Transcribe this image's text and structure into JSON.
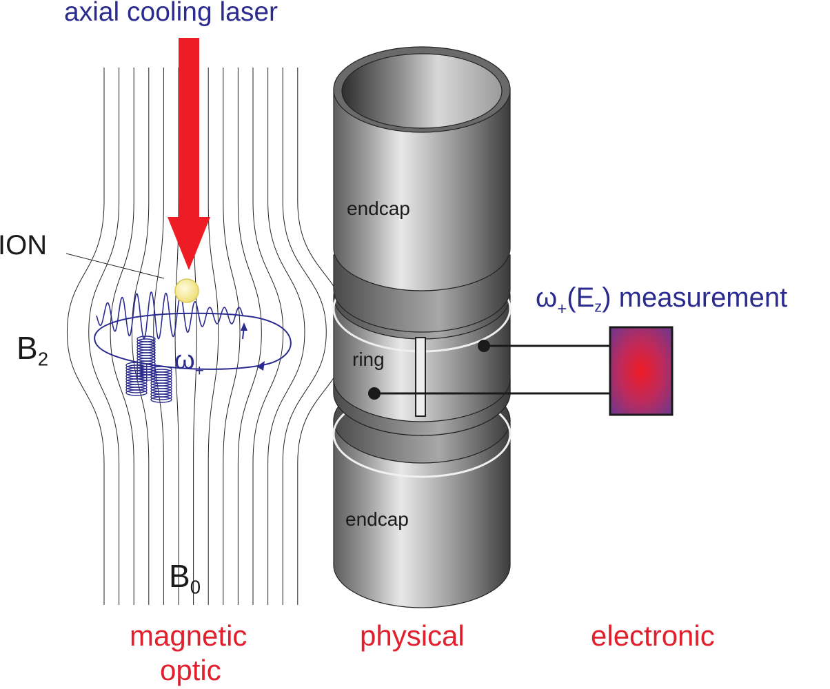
{
  "labels": {
    "laser": "axial cooling laser",
    "ion": "ION",
    "b2_main": "B",
    "b2_sub": "2",
    "b0_main": "B",
    "b0_sub": "0",
    "omega": "ω",
    "omega_sub": "+",
    "endcap_top": "endcap",
    "ring": "ring",
    "endcap_bottom": "endcap",
    "meas_omega": "ω",
    "meas_plus": "+",
    "meas_open": "(E",
    "meas_z": "z",
    "meas_rest": ") measurement",
    "caption_magnetic": "magnetic",
    "caption_optic": "optic",
    "caption_physical": "physical",
    "caption_electronic": "electronic"
  },
  "colors": {
    "laser": "#ee1c25",
    "label_blue": "#2b2b8f",
    "caption_red": "#e0202c",
    "ion": "#f6ec9a",
    "orbit": "#2b2b8f",
    "box_center": "#ee1c25",
    "box_edge": "#5e3a96"
  }
}
